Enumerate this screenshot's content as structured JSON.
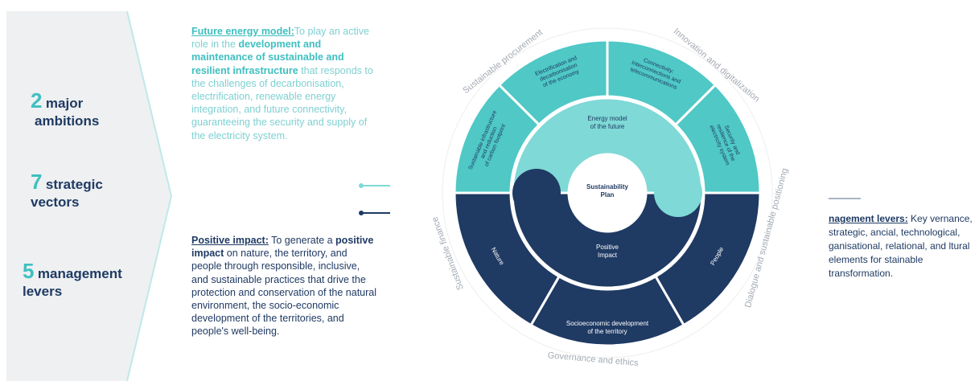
{
  "stats": [
    {
      "number": "2",
      "label1": "major",
      "label2": "ambitions"
    },
    {
      "number": "7",
      "label1": "strategic",
      "label2": "vectors"
    },
    {
      "number": "5",
      "label1": "management",
      "label2": "levers"
    }
  ],
  "future_model": {
    "heading": "Future energy model:",
    "t1": "To play an active role in the ",
    "b1": "development and maintenance of sustainable and resilient infrastructure",
    "t2": " that responds to the challenges of decarbonisation, electrification, renewable energy integration, and future connectivity, guaranteeing the security and supply of the electricity  system."
  },
  "positive_impact": {
    "heading": "Positive impact:",
    "t1": " To generate a ",
    "b1": "positive impact",
    "t2": " on nature, the territory, and people through responsible, inclusive, and sustainable practices  that drive the protection  and conservation of the natural environment, the socio-economic development of the territories,  and people's well-being."
  },
  "management": {
    "heading": "nagement levers:",
    "t1": " Key vernance, strategic, ancial, technological, ganisational, relational, and ltural elements for stainable transformation."
  },
  "wheel": {
    "center1": "Sustainability",
    "center2": "Plan",
    "inner_top1": "Energy model",
    "inner_top2": "of the future",
    "inner_bottom1": "Positive",
    "inner_bottom2": "Impact",
    "seg_top": [
      "Sustainable infrastructure",
      "and reduction",
      "of carbon footprint"
    ],
    "seg_top2": [
      "Electrification and",
      "decarbonisation",
      "of the economy"
    ],
    "seg_top3": [
      "Connectivity:",
      "Interconnections and",
      "telecommunications"
    ],
    "seg_top4": [
      "Security and",
      "resilience of the",
      "electricity system"
    ],
    "seg_nature": "Nature",
    "seg_socio": [
      "Socioeconomic development",
      "of the territory"
    ],
    "seg_people": "People",
    "outer_labels": [
      "Sustainable procurement",
      "Innovation and digitalization",
      "Dialogue and sustainable positioning",
      "Governance and ethics",
      "Sustainable finance"
    ]
  },
  "colors": {
    "teal": "#4fc8c6",
    "light_teal": "#7fd9d6",
    "navy": "#1f3a63",
    "accent": "#3fbfc0"
  }
}
